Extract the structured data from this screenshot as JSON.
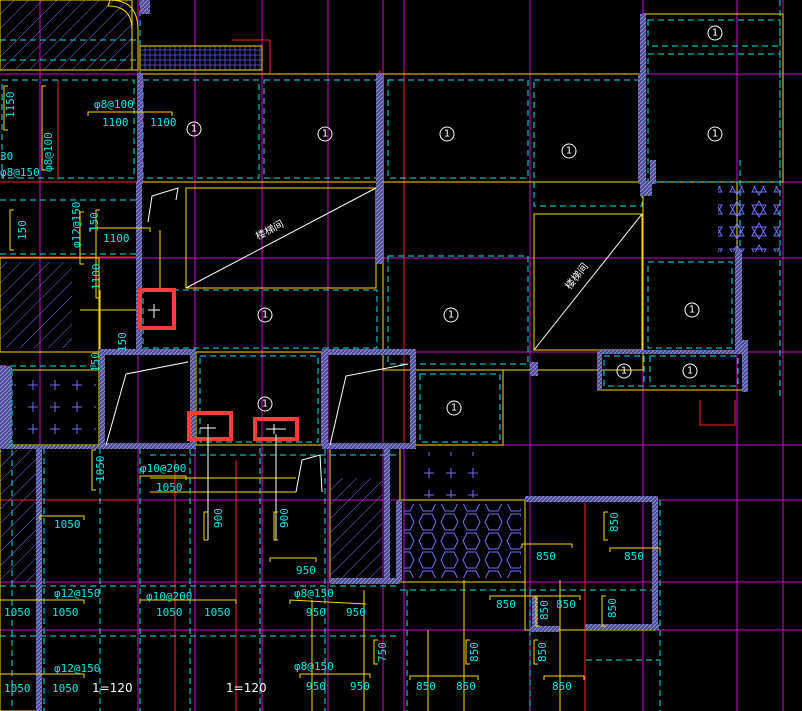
{
  "colors": {
    "background": "#000000",
    "wall": "#ffd700",
    "axis_magenta": "#d000d0",
    "beam_cyan": "#00e8e8",
    "dim_cyan": "#00e8e8",
    "red_line": "#ff2020",
    "highlight_box": "#ff3b3b",
    "hatch_blue": "#7070ff",
    "white": "#ffffff"
  },
  "slab_mark": "1",
  "opening_label": "楼梯间",
  "scale_label": "1=120",
  "rebar_labels": {
    "r1": "φ8@100",
    "r2": "φ8@100",
    "r3": "φ8@150",
    "r4": "φ12@150",
    "r5": "φ10@200",
    "r6": "φ12@150",
    "r7": "φ10@200",
    "r8": "φ8@150",
    "r9": "φ12@150",
    "r10": "φ8@150"
  },
  "dimensions": {
    "d1": "1150",
    "d2": "1100",
    "d3": "1100",
    "d4": "150",
    "d5": "1100",
    "d6": "1100",
    "d7": "150",
    "d8": "150",
    "d9": "150",
    "d10": "1050",
    "d11": "1050",
    "d12": "900",
    "d13": "900",
    "d14": "1050",
    "d15": "950",
    "d16": "850",
    "d17": "850",
    "d18": "850",
    "d19": "1050",
    "d20": "1050",
    "d21": "1050",
    "d22": "950",
    "d23": "950",
    "d24": "850",
    "d25": "850",
    "d26": "850",
    "d27": "850",
    "d28": "750",
    "d29": "850",
    "d30": "850",
    "d31": "1050",
    "d32": "1050",
    "d33": "950",
    "d34": "950",
    "d35": "850",
    "d36": "850",
    "d37": "850",
    "d38": "30"
  }
}
